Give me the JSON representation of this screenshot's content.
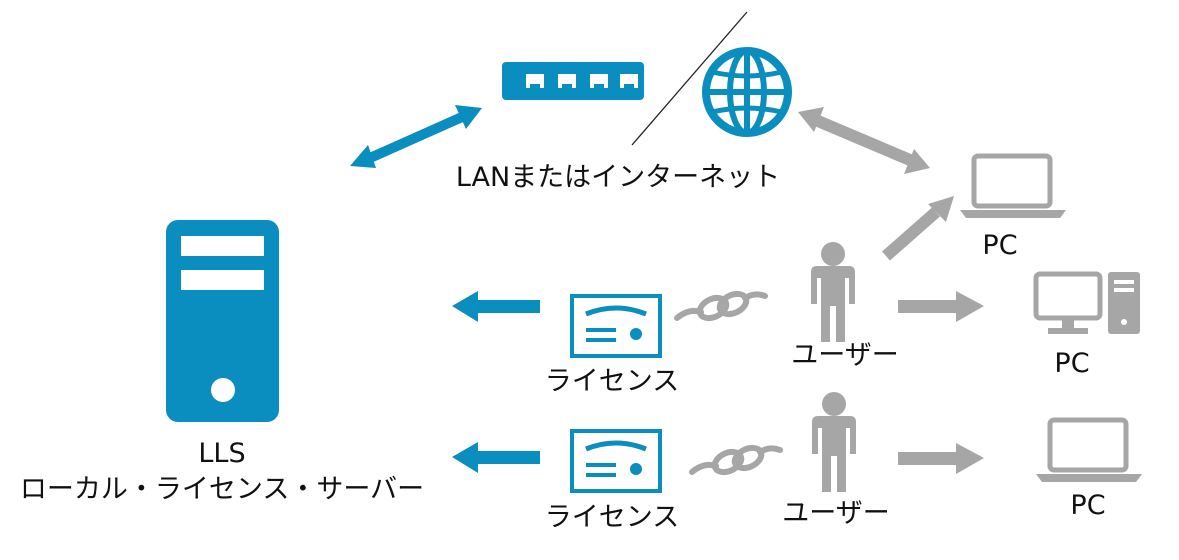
{
  "labels": {
    "network": "LANまたはインターネット",
    "server_name": "LLS",
    "server_desc": "ローカル・ライセンス・サーバー",
    "license_1": "ライセンス",
    "license_2": "ライセンス",
    "user_1": "ユーザー",
    "user_2": "ユーザー",
    "pc_1": "PC",
    "pc_2": "PC",
    "pc_3": "PC"
  },
  "colors": {
    "primary": "#0a8dbf",
    "secondary": "#a6a6a6",
    "text": "#111111",
    "line": "#222222"
  },
  "icons": [
    "network-switch-icon",
    "globe-icon",
    "server-icon",
    "license-certificate-icon",
    "chain-link-icon",
    "user-icon",
    "laptop-icon",
    "desktop-pc-icon"
  ]
}
